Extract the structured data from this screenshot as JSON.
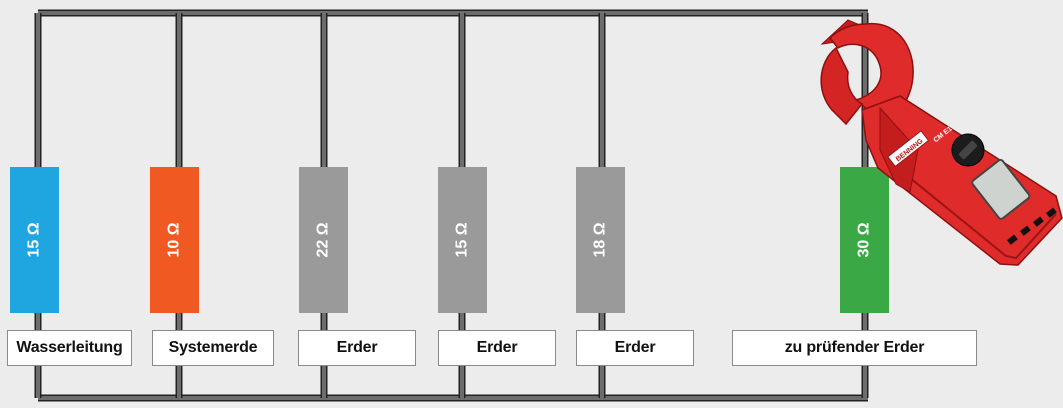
{
  "colors": {
    "background": "#ececec",
    "wire": "#5b5b5b",
    "water": "#1fa6e0",
    "system": "#f05a22",
    "earth": "#9a9a9a",
    "test": "#3aa845",
    "clamp_body": "#e02b2b",
    "clamp_dark": "#9c1414"
  },
  "resistors": [
    {
      "value": "15 Ω",
      "label": "Wasserleitung",
      "color": "#1fa6e0"
    },
    {
      "value": "10 Ω",
      "label": "Systemerde",
      "color": "#f05a22"
    },
    {
      "value": "22 Ω",
      "label": "Erder",
      "color": "#9a9a9a"
    },
    {
      "value": "15 Ω",
      "label": "Erder",
      "color": "#9a9a9a"
    },
    {
      "value": "18 Ω",
      "label": "Erder",
      "color": "#9a9a9a"
    },
    {
      "value": "30 Ω",
      "label": "zu prüfender Erder",
      "color": "#3aa845"
    }
  ],
  "clamp": {
    "brand": "BENNING",
    "model": "CM E1"
  }
}
